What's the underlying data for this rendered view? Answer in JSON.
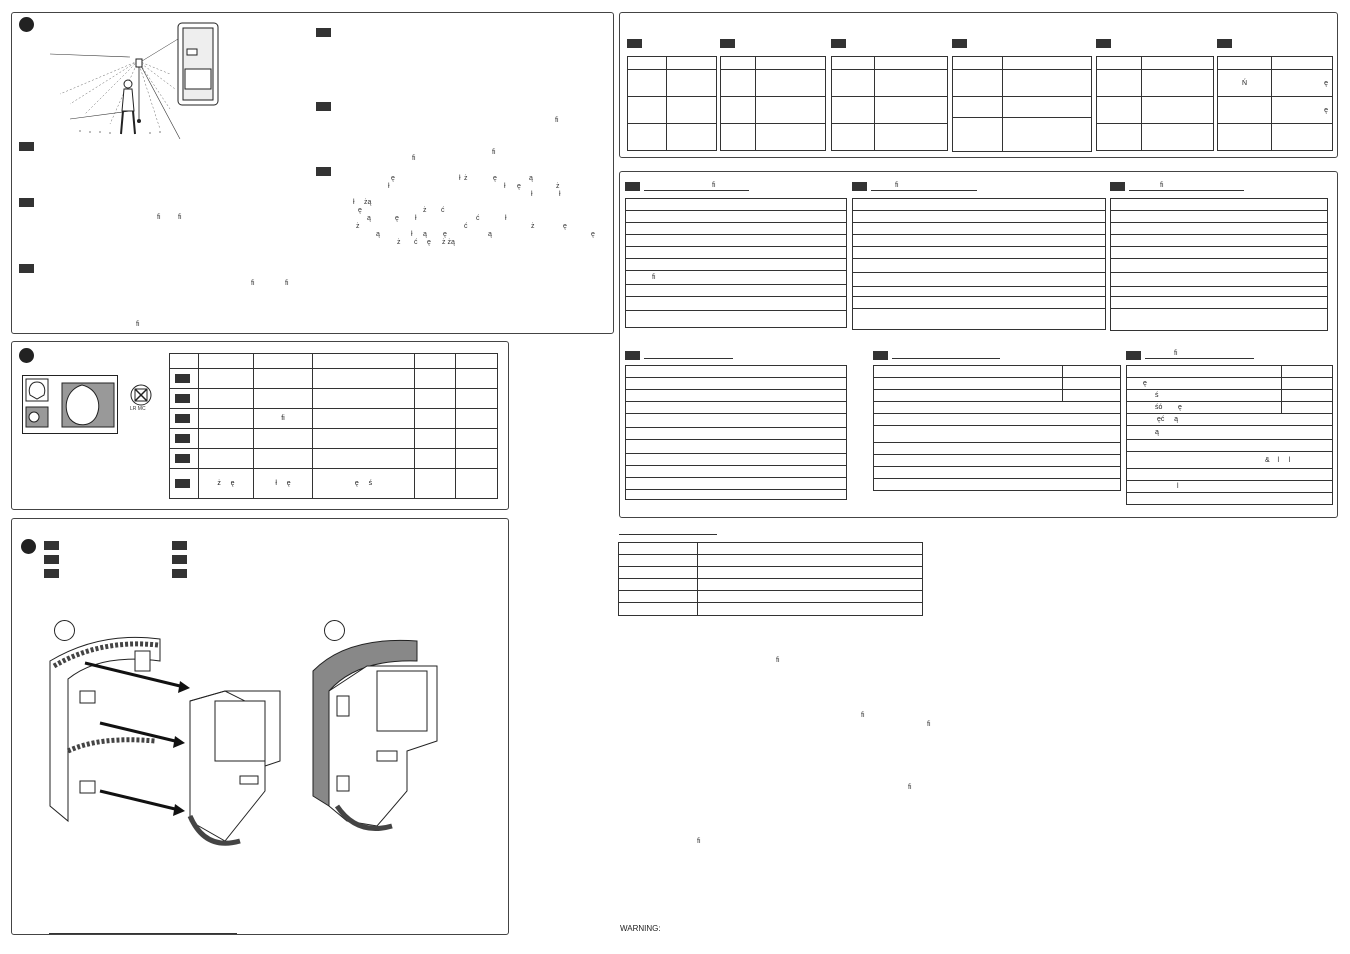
{
  "document": {
    "warning_label": "WARNING:",
    "manufacturer_mark": "LR MC"
  },
  "glyphs": {
    "fi": "ﬁ",
    "e_ogonek": "ę",
    "a_ogonek": "ą",
    "l_bar": "ł",
    "z_dot": "ż",
    "z_acute": "ź",
    "c_acute": "ć",
    "s_acute": "ś",
    "n_acute": "Ń",
    "zq": "żą",
    "zzq": "ż żą",
    "ampersand": "&",
    "l_char": "l",
    "l_small": "ł",
    "sc": "śó",
    "ec": "ęć"
  },
  "colors": {
    "ink": "#222222",
    "panel_border": "#444444",
    "tag_fill": "#333333",
    "sensor_grey": "#999999",
    "page": "#ffffff"
  },
  "icons": {
    "crossed_box": "crossed-box-icon",
    "step_markers": "filled-circle-icon"
  }
}
